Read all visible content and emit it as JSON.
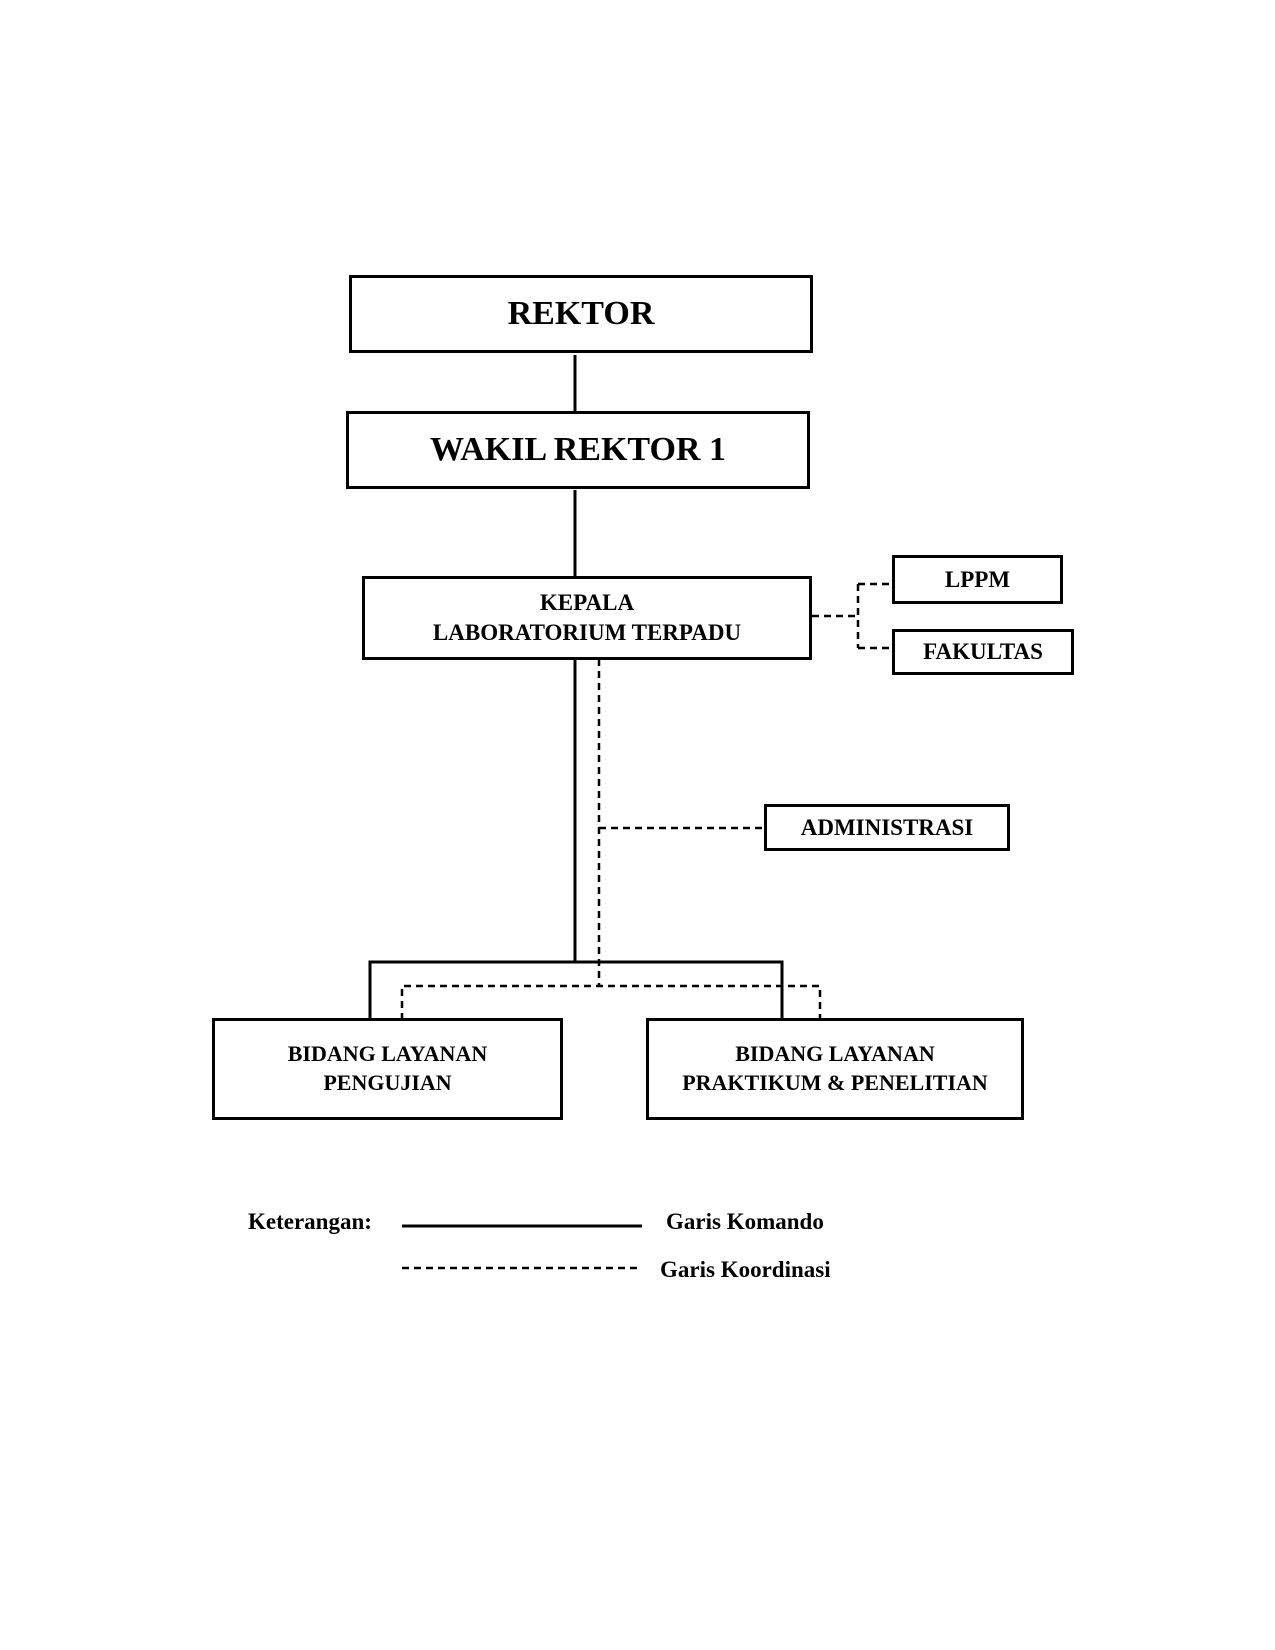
{
  "boxes": {
    "rektor": "REKTOR",
    "wakil_rektor": "WAKIL REKTOR 1",
    "kepala": {
      "line1": "KEPALA",
      "line2": "LABORATORIUM TERPADU"
    },
    "lppm": "LPPM",
    "fakultas": "FAKULTAS",
    "administrasi": "ADMINISTRASI",
    "bidang_pengujian": {
      "line1": "BIDANG LAYANAN",
      "line2": "PENGUJIAN"
    },
    "bidang_praktikum": {
      "line1": "BIDANG LAYANAN",
      "line2": "PRAKTIKUM & PENELITIAN"
    }
  },
  "legend": {
    "title": "Keterangan:",
    "command_label": "Garis Komando",
    "coordination_label": "Garis Koordinasi"
  }
}
